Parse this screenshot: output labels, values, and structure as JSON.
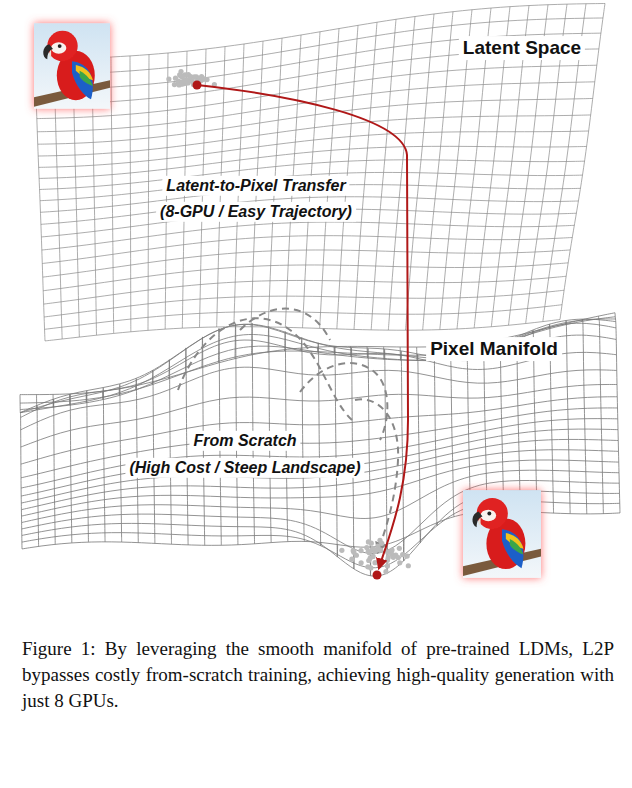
{
  "diagram": {
    "caption": "Figure 1: By leveraging the smooth manifold of pre-trained LDMs, L2P bypasses costly from-scratch training, achieving high-quality generation with just 8 GPUs.",
    "labels": [
      "Latent Space",
      "Latent-to-Pixel Transfer",
      "(8-GPU / Easy Trajectory)",
      "Pixel Manifold",
      "From Scratch",
      "(High Cost / Steep Landscape)"
    ]
  }
}
